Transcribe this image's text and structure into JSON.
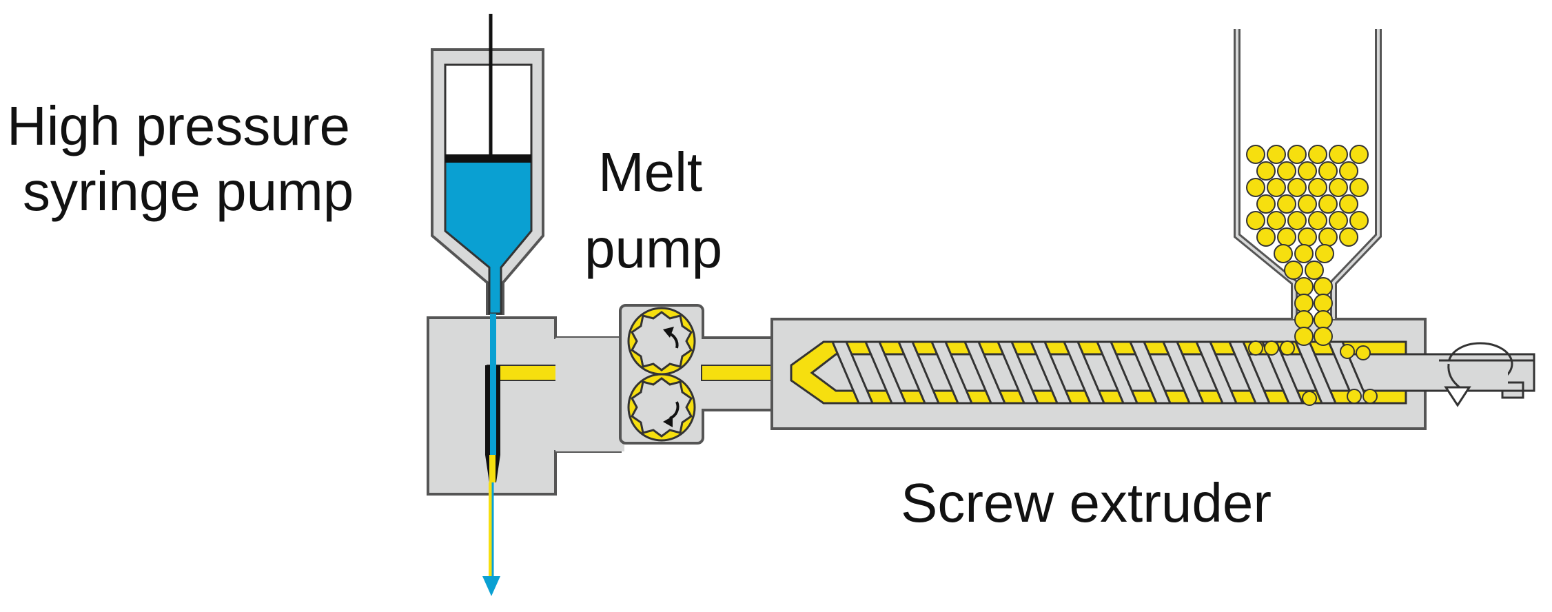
{
  "labels": {
    "syringe_line1": "High pressure",
    "syringe_line2": "syringe pump",
    "melt_line1": "Melt",
    "melt_line2": "pump",
    "extruder": "Screw extruder"
  },
  "colors": {
    "body": "#d8d9d9",
    "outline": "#555555",
    "polymer": "#f6df0f",
    "fluid": "#0099cc",
    "black": "#111111"
  }
}
